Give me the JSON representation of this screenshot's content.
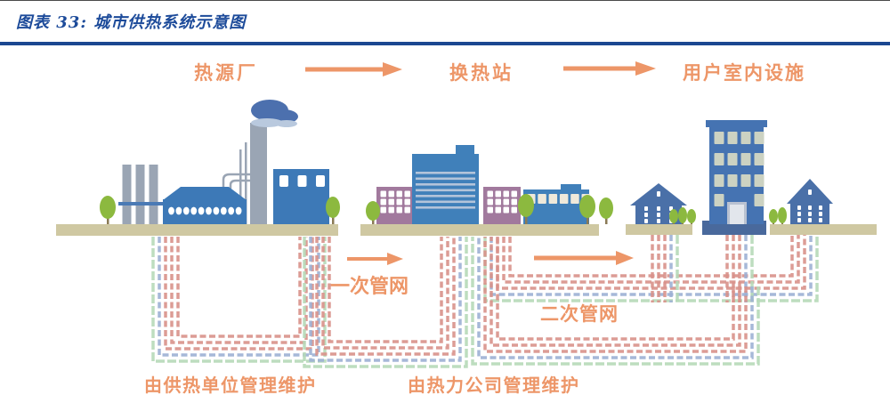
{
  "figure": {
    "title": "图表 33: 城市供热系统示意图"
  },
  "flow": {
    "source": "热源厂",
    "station": "换热站",
    "users": "用户室内设施"
  },
  "network_labels": {
    "primary": "一次管网",
    "secondary": "二次管网"
  },
  "maintenance_labels": {
    "primary_operator": "由供热单位管理维护",
    "secondary_operator": "由热力公司管理维护"
  },
  "colors": {
    "title_blue": "#1d4b9a",
    "divider_blue": "#1b4791",
    "label_orange": "#ed9668",
    "pipe_red": "#d8918a",
    "pipe_blue": "#9cb0d4",
    "pipe_green": "#b6d9b8",
    "ground_tan": "#cfc8a2",
    "building_blue": "#4080ba",
    "building_purple": "#a1799d",
    "chimney_gray": "#9aa5b4",
    "tree_green": "#8cb93f"
  }
}
